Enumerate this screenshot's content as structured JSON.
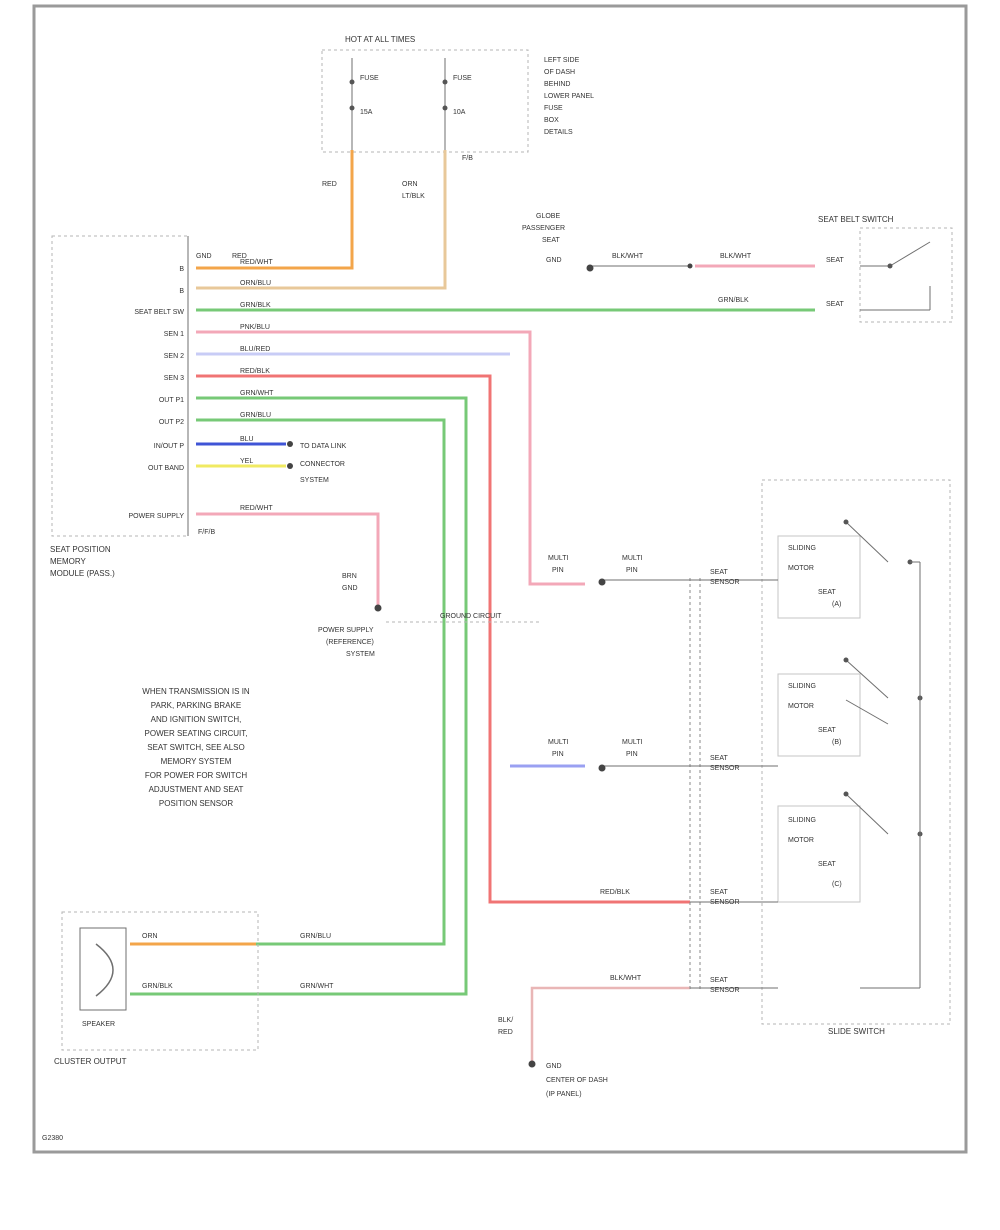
{
  "colors": {
    "frame": "#9a9a9a",
    "line": "#6f6f6f",
    "dashed": "#b5b5b5",
    "orange": "#f3a54a",
    "tan": "#e8c89a",
    "green": "#77c977",
    "pink": "#f3a8b8",
    "blue": "#9aa0f2",
    "red": "#f07474",
    "yellow": "#f0ea62",
    "darkblue": "#3f54d6"
  },
  "labels": {
    "footer_code": "G2380",
    "fuse_block": "HOT AT ALL TIMES",
    "fuse_left_a": "FUSE",
    "fuse_left_b": "15A",
    "fuse_right_a": "FUSE",
    "fuse_right_b": "10A",
    "fuse_note_1": "LEFT SIDE",
    "fuse_note_2": "OF DASH",
    "fuse_note_3": "BEHIND",
    "fuse_note_4": "LOWER PANEL",
    "fuse_note_5": "FUSE",
    "fuse_note_6": "BOX",
    "fuse_note_7": "DETAILS",
    "fuse_sub": "F/B",
    "wire_red_label": "RED",
    "wire_orn_label": "ORN",
    "wire_orn_sub": "LT/BLK",
    "module_name_1": "SEAT POSITION",
    "module_name_2": "MEMORY",
    "module_name_3": "MODULE (PASS.)",
    "pin_gnd_label": "GND",
    "pin_red_label": "RED",
    "pin_1": "B",
    "pin_2": "B",
    "pin_3": "SEAT BELT SW",
    "pin_4": "SEN 1",
    "pin_5": "SEN 2",
    "pin_6": "SEN 3",
    "pin_7": "OUT P1",
    "pin_8": "OUT P2",
    "pin_9": "IN/OUT P",
    "pin_10": "OUT BAND",
    "pin_11": "POWER SUPPLY",
    "wire_1": "RED/WHT",
    "wire_2": "ORN/BLU",
    "wire_3": "GRN/BLK",
    "wire_4": "PNK/BLU",
    "wire_5": "BLU/RED",
    "wire_6": "RED/BLK",
    "wire_7": "GRN/WHT",
    "wire_8": "GRN/BLU",
    "wire_9": "BLU",
    "wire_10": "YEL",
    "wire_11": "RED/WHT",
    "pin_sub": "F/F/B",
    "data_link_1": "TO DATA LINK",
    "data_link_2": "CONNECTOR",
    "data_link_3": "SYSTEM",
    "gnd_left_1": "BRN",
    "gnd_left_2": "GND",
    "gnd_left_3": "POWER SUPPLY",
    "gnd_left_4": "(REFERENCE)",
    "gnd_left_5": "SYSTEM",
    "gnd_left_dashed": "GROUND CIRCUIT",
    "note_1": "WHEN TRANSMISSION IS IN",
    "note_2": "PARK, PARKING BRAKE",
    "note_3": "AND IGNITION SWITCH,",
    "note_4": "POWER SEATING CIRCUIT,",
    "note_5": "SEAT SWITCH, SEE ALSO",
    "note_6": "MEMORY SYSTEM",
    "note_7": "FOR POWER FOR SWITCH",
    "note_8": "ADJUSTMENT AND SEAT",
    "note_9": "POSITION SENSOR",
    "seat_belt_switch": "SEAT BELT SWITCH",
    "gnd_top_1": "GLOBE",
    "gnd_top_2": "PASSENGER",
    "gnd_top_3": "SEAT",
    "gnd_top_4": "GND",
    "sb_w1": "BLK/WHT",
    "sb_w2": "BLK/WHT",
    "sb_w3": "GRN/BLK",
    "sb_c1": "SEAT",
    "sb_c2": "SEAT",
    "m1_a": "MULTI",
    "m1_b": "PIN",
    "m1_c": "MULTI",
    "m1_d": "PIN",
    "m1_pin": "SEAT",
    "m1_pin_b": "SENSOR",
    "m2_a": "MULTI",
    "m2_b": "PIN",
    "m2_c": "MULTI",
    "m2_d": "PIN",
    "m2_pin": "SEAT",
    "m2_pin_b": "SENSOR",
    "m3_wire": "RED/BLK",
    "m3_pin": "SEAT",
    "m3_pin_b": "SENSOR",
    "m4_wire": "BLK/WHT",
    "m4_pin": "SEAT",
    "m4_pin_b": "SENSOR",
    "sw1_a": "SLIDING",
    "sw1_b": "MOTOR",
    "sw1_c": "SEAT",
    "sw1_d": "(A)",
    "sw2_a": "SLIDING",
    "sw2_b": "MOTOR",
    "sw2_c": "SEAT",
    "sw2_d": "(B)",
    "sw3_a": "SLIDING",
    "sw3_b": "MOTOR",
    "sw3_c": "SEAT",
    "sw3_d": "(C)",
    "switch_block": "SLIDE SWITCH",
    "gnd_bot_1": "BLK/",
    "gnd_bot_2": "RED",
    "gnd_bot_3": "GND",
    "gnd_bot_4": "CENTER OF DASH",
    "gnd_bot_5": "(IP PANEL)",
    "speaker_block": "CLUSTER OUTPUT",
    "speaker_name": "SPEAKER",
    "spk_w1": "ORN",
    "spk_w2": "GRN/BLK",
    "spk_w3": "GRN/BLU",
    "spk_w4": "GRN/WHT"
  }
}
